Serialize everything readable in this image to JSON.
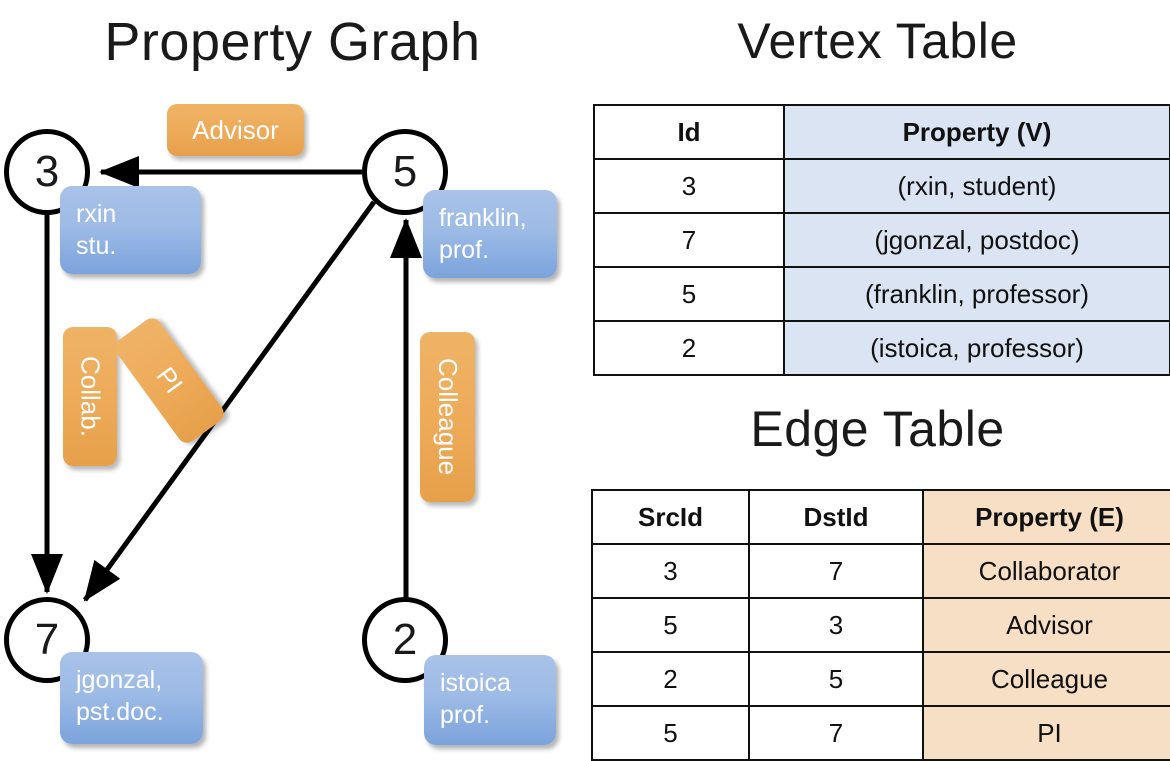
{
  "titles": {
    "property_graph": "Property Graph",
    "vertex_table": "Vertex Table",
    "edge_table": "Edge Table"
  },
  "graph": {
    "nodes": [
      {
        "id": "3",
        "label": "3"
      },
      {
        "id": "5",
        "label": "5"
      },
      {
        "id": "7",
        "label": "7"
      },
      {
        "id": "2",
        "label": "2"
      }
    ],
    "vertex_boxes": [
      {
        "for_node": "3",
        "line1": "rxin",
        "line2": "stu."
      },
      {
        "for_node": "5",
        "line1": "franklin,",
        "line2": "prof."
      },
      {
        "for_node": "7",
        "line1": "jgonzal,",
        "line2": "pst.doc."
      },
      {
        "for_node": "2",
        "line1": "istoica",
        "line2": "prof."
      }
    ],
    "edge_boxes": [
      {
        "name": "advisor",
        "label": "Advisor"
      },
      {
        "name": "collab",
        "label": "Collab."
      },
      {
        "name": "pi",
        "label": "PI"
      },
      {
        "name": "colleague",
        "label": "Colleague"
      }
    ],
    "edges": [
      {
        "from": "5",
        "to": "3",
        "label": "Advisor"
      },
      {
        "from": "3",
        "to": "7",
        "label": "Collab."
      },
      {
        "from": "5",
        "to": "7",
        "label": "PI"
      },
      {
        "from": "2",
        "to": "5",
        "label": "Colleague"
      }
    ],
    "colors": {
      "vertex_box": "#9dbbe6",
      "edge_box": "#eeac5b",
      "node_stroke": "#000000"
    }
  },
  "vertex_table": {
    "headers": [
      "Id",
      "Property (V)"
    ],
    "rows": [
      {
        "id": "3",
        "property": "(rxin, student)"
      },
      {
        "id": "7",
        "property": "(jgonzal, postdoc)"
      },
      {
        "id": "5",
        "property": "(franklin, professor)"
      },
      {
        "id": "2",
        "property": "(istoica, professor)"
      }
    ],
    "property_column_color": "#dbe4f3"
  },
  "edge_table": {
    "headers": [
      "SrcId",
      "DstId",
      "Property (E)"
    ],
    "rows": [
      {
        "src": "3",
        "dst": "7",
        "property": "Collaborator"
      },
      {
        "src": "5",
        "dst": "3",
        "property": "Advisor"
      },
      {
        "src": "2",
        "dst": "5",
        "property": "Colleague"
      },
      {
        "src": "5",
        "dst": "7",
        "property": "PI"
      }
    ],
    "property_column_color": "#f6dfc5"
  }
}
